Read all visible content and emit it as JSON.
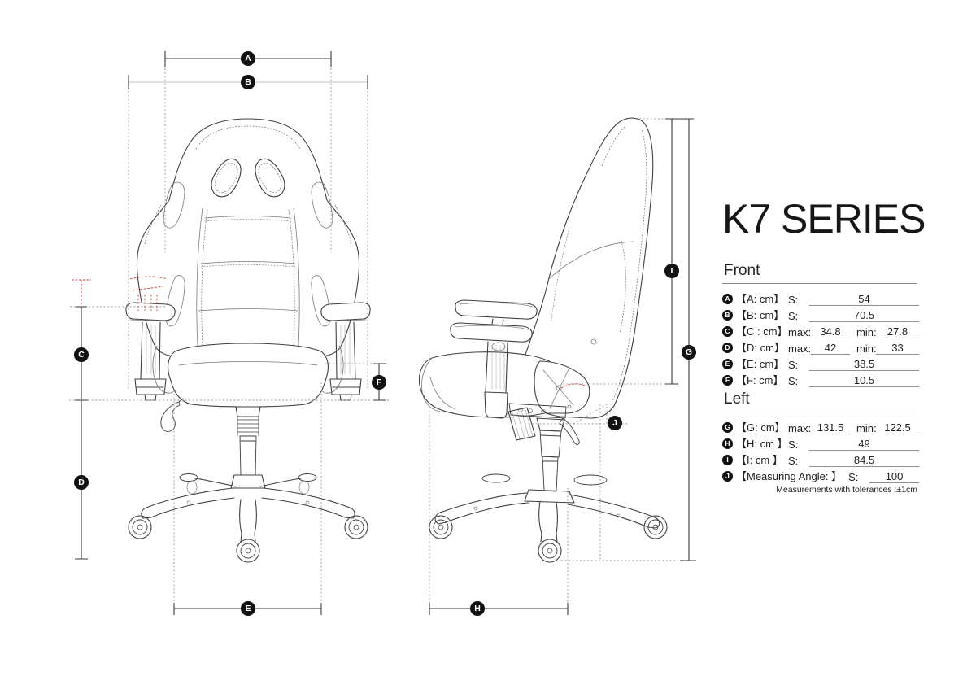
{
  "title": "K7 SERIES",
  "note": "Measurements with tolerances :±1cm",
  "sections": {
    "front": {
      "heading": "Front",
      "rows": [
        {
          "letter": "A",
          "label": "【A: cm】",
          "k1": "S:",
          "v1": "54"
        },
        {
          "letter": "B",
          "label": "【B: cm】",
          "k1": "S:",
          "v1": "70.5"
        },
        {
          "letter": "C",
          "label": "【C : cm】",
          "k1": "max:",
          "v1": "34.8",
          "k2": "min:",
          "v2": "27.8"
        },
        {
          "letter": "D",
          "label": "【D: cm】",
          "k1": "max:",
          "v1": "42",
          "k2": "min:",
          "v2": "33"
        },
        {
          "letter": "E",
          "label": "【E: cm】",
          "k1": "S:",
          "v1": "38.5"
        },
        {
          "letter": "F",
          "label": "【F: cm】",
          "k1": "S:",
          "v1": "10.5"
        }
      ]
    },
    "left": {
      "heading": "Left",
      "rows": [
        {
          "letter": "G",
          "label": "【G: cm】",
          "k1": "max:",
          "v1": "131.5",
          "k2": "min:",
          "v2": "122.5"
        },
        {
          "letter": "H",
          "label": "【H: cm 】",
          "k1": "S:",
          "v1": "49"
        },
        {
          "letter": "I",
          "label": "【I: cm 】",
          "k1": "S:",
          "v1": "84.5"
        },
        {
          "letter": "J",
          "label": "【Measuring Angle: 】",
          "k1": "S:",
          "v1": "100"
        }
      ]
    }
  },
  "badges": {
    "a": "A",
    "b": "B",
    "c": "C",
    "d": "D",
    "e": "E",
    "f": "F",
    "g": "G",
    "h": "H",
    "i": "I",
    "j": "J"
  }
}
